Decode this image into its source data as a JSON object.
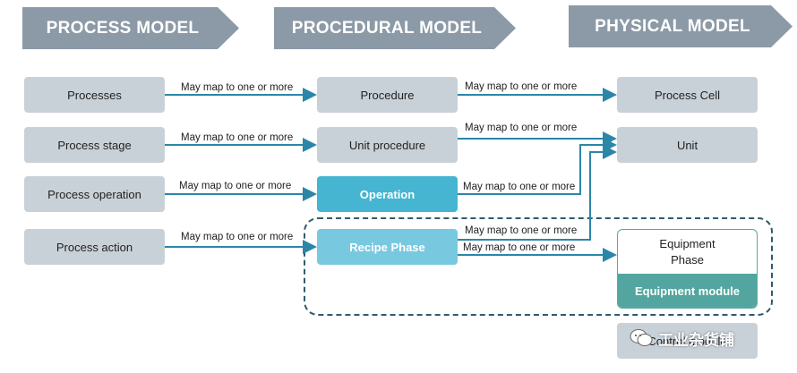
{
  "headers": {
    "process": "PROCESS MODEL",
    "procedural": "PROCEDURAL MODEL",
    "physical": "PHYSICAL MODEL"
  },
  "process_model": [
    "Processes",
    "Process stage",
    "Process operation",
    "Process action"
  ],
  "procedural_model": [
    "Procedure",
    "Unit procedure",
    "Operation",
    "Recipe Phase"
  ],
  "physical_model": {
    "process_cell": "Process Cell",
    "unit": "Unit",
    "equipment_phase": "Equipment\nPhase",
    "equipment_module": "Equipment module",
    "control_module": "Control module"
  },
  "mapping_label": "May map to one or more",
  "watermark": "工业杂货铺",
  "colors": {
    "header": "#8c9aa7",
    "box": "#c9d1d8",
    "operation": "#45b5d2",
    "recipe_phase": "#78c9df",
    "equipment_module": "#53a69f",
    "arrow": "#2b86a8",
    "dashed_border": "#2e5b6b"
  }
}
